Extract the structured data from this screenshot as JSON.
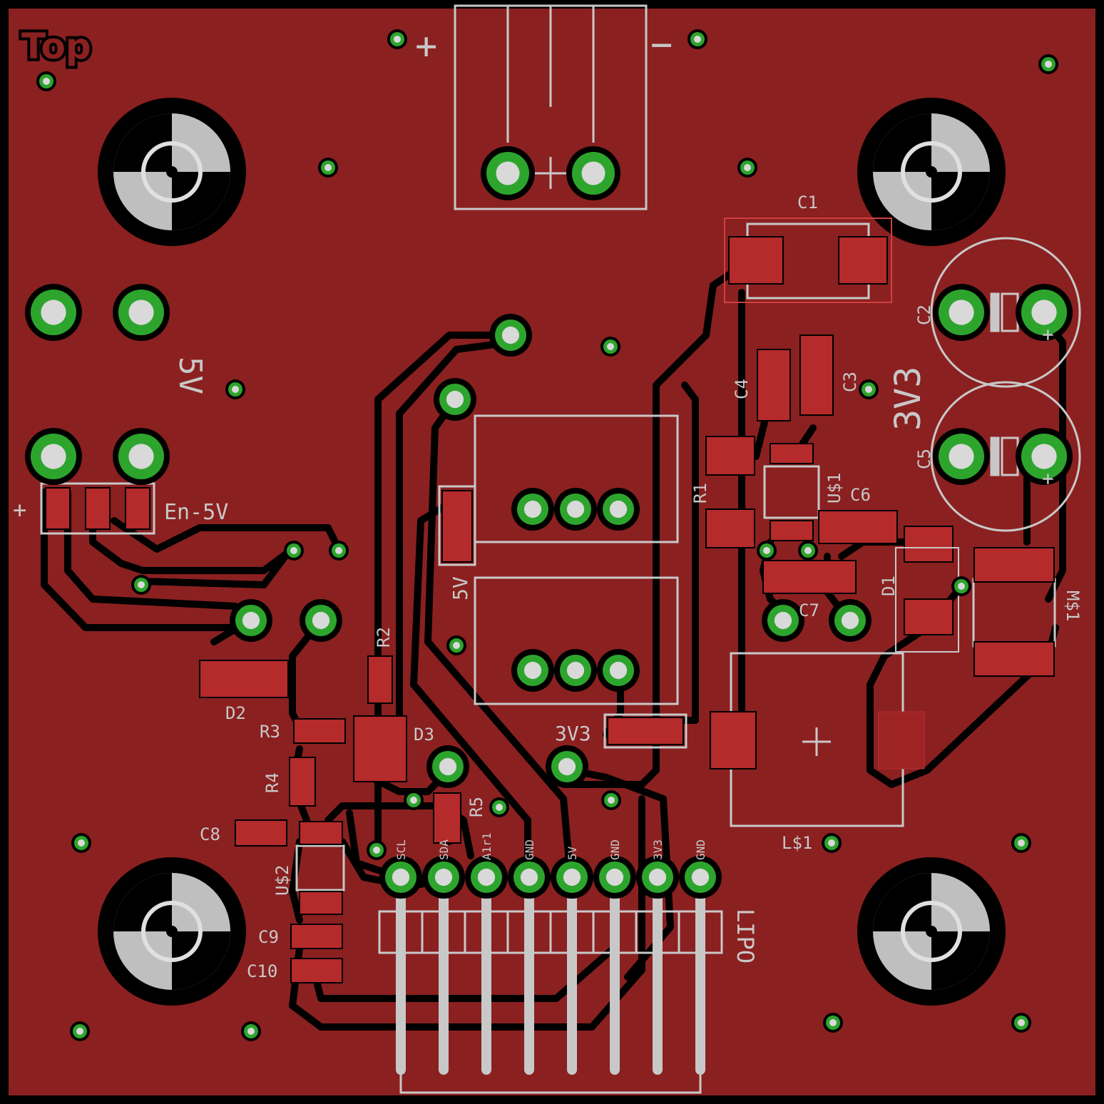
{
  "layer_label": "Top",
  "colors": {
    "board": "#8b2020",
    "copper_pad": "#b52a2a",
    "via": "#2da52d",
    "silk": "#c8c8c8"
  },
  "silkscreen": {
    "pwr_plus": "+",
    "pwr_minus": "−",
    "v5_left": "5V",
    "en5v": "En-5V",
    "plus_left": "+",
    "v5_mid": "5V",
    "v3_mid": "3V3",
    "v3_right": "3V3",
    "c1": "C1",
    "c2": "C2",
    "c3": "C3",
    "c4": "C4",
    "c5": "C5",
    "c6": "C6",
    "c7": "C7",
    "c8": "C8",
    "c9": "C9",
    "c10": "C10",
    "r1": "R1",
    "r2": "R2",
    "r3": "R3",
    "r4": "R4",
    "r5": "R5",
    "d1": "D1",
    "d2": "D2",
    "d3": "D3",
    "us1": "U$1",
    "us2": "U$2",
    "ls1": "L$1",
    "ms1": "M$1",
    "lipo": "LIPO",
    "plus_c2": "+",
    "plus_c5": "+",
    "pins": [
      "SCL",
      "SDA",
      "A1r1",
      "GND",
      "5V",
      "GND",
      "3V3",
      "GND"
    ]
  }
}
